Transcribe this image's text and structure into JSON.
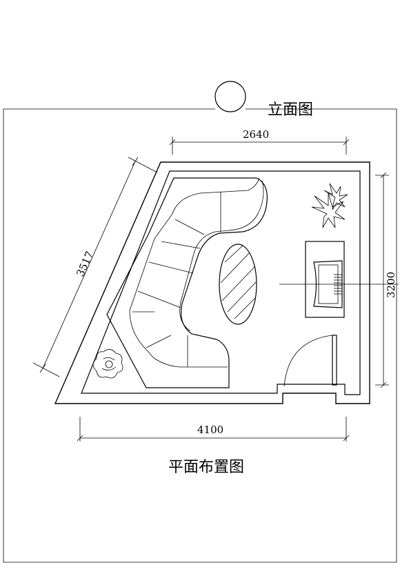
{
  "labels": {
    "elevation": "立面图",
    "plan_title": "平面布置图"
  },
  "dimensions": {
    "top": "2640",
    "left_diagonal": "3517",
    "right": "3200",
    "bottom": "4100"
  },
  "colors": {
    "line": "#000000",
    "background": "#ffffff"
  }
}
